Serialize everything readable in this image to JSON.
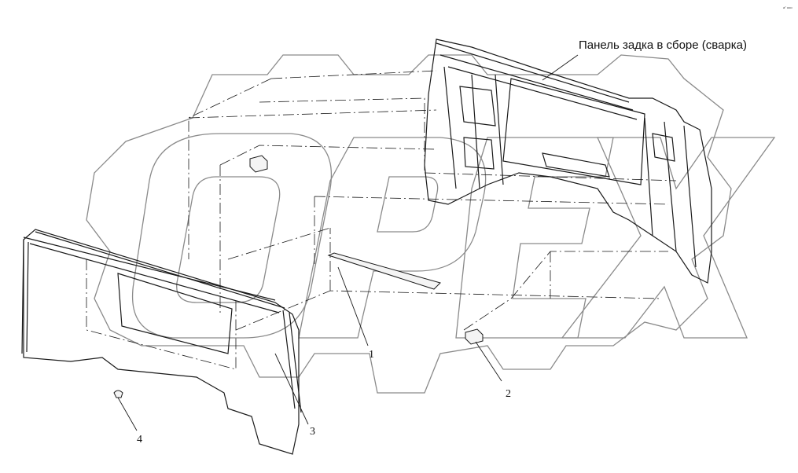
{
  "diagram": {
    "assembly_label": "Панель задка в сборе (сварка)",
    "parts": [
      {
        "number": "1"
      },
      {
        "number": "2"
      },
      {
        "number": "3"
      },
      {
        "number": "4"
      }
    ],
    "watermark": "OPEX",
    "corner_mark": "a° ooo",
    "colors": {
      "line": "#1a1a1a",
      "watermark": "#8a8a8a",
      "background": "#ffffff"
    }
  }
}
